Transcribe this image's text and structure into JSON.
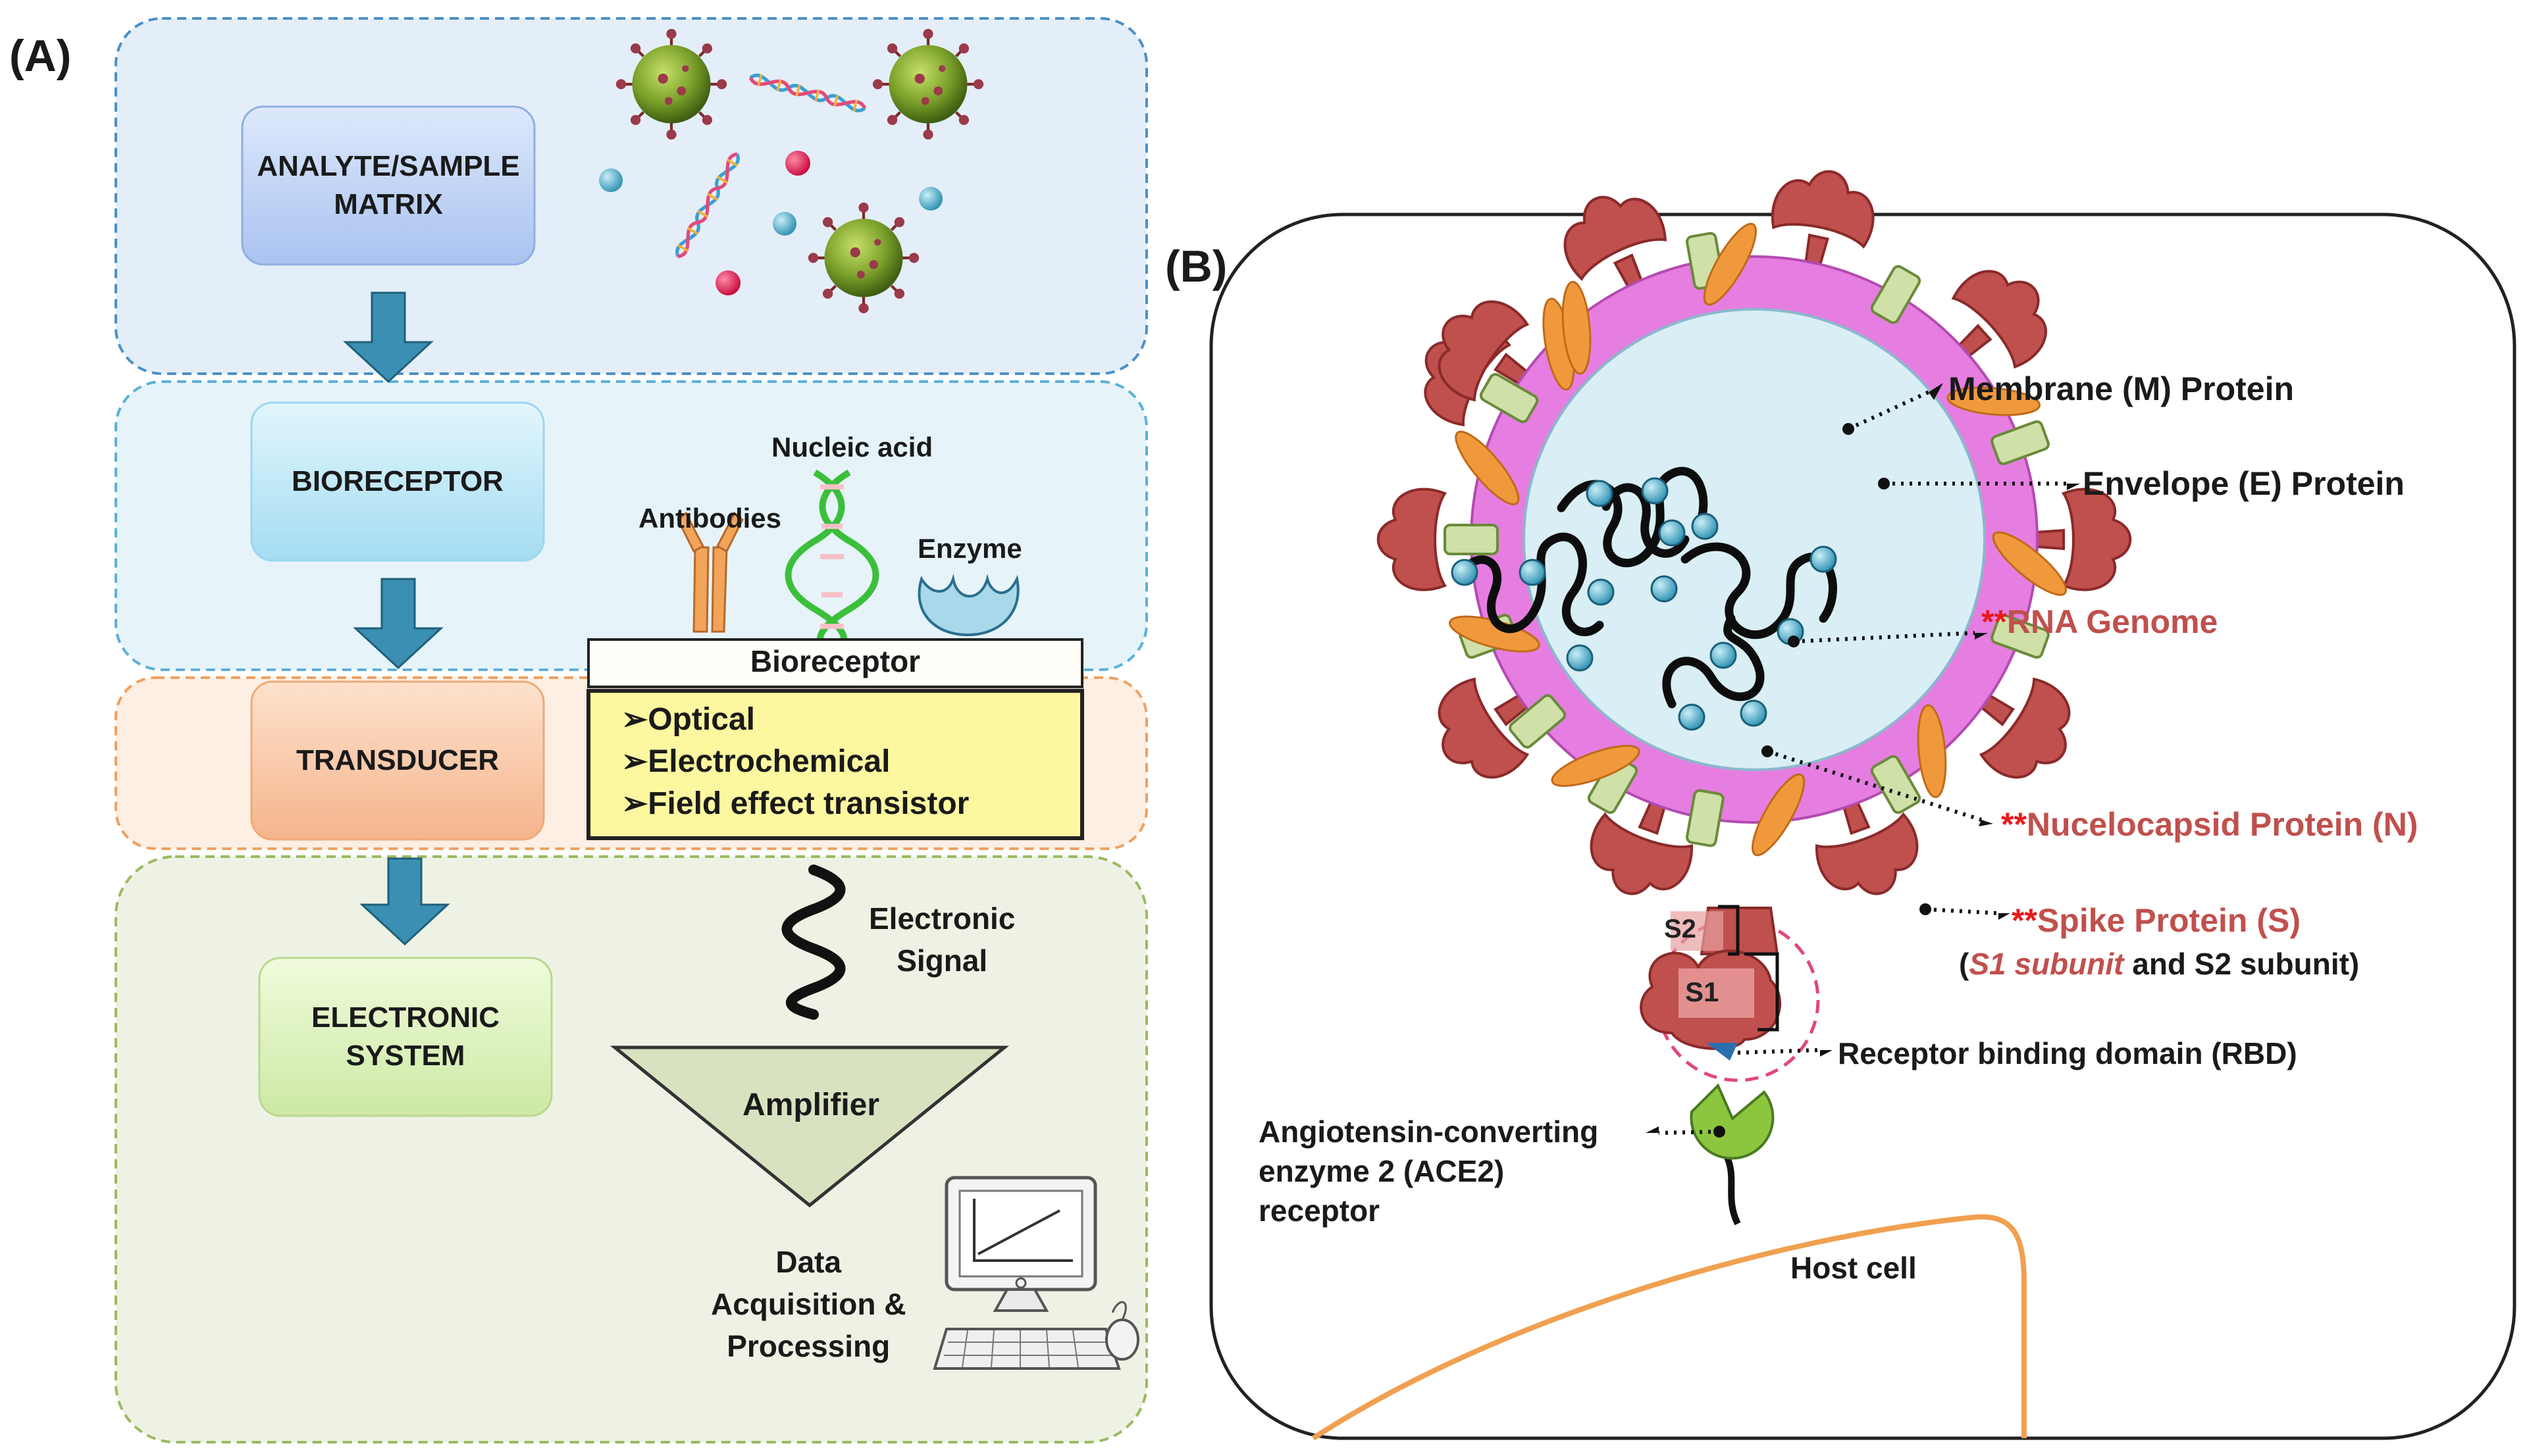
{
  "panel_a": {
    "label": "(A)",
    "boxes": {
      "analyte": "ANALYTE/SAMPLE\nMATRIX",
      "bioreceptor": "BIORECEPTOR",
      "transducer": "TRANSDUCER",
      "electronic": "ELECTRONIC\nSYSTEM"
    },
    "labels": {
      "nucleic_acid": "Nucleic acid",
      "antibodies": "Antibodies",
      "enzyme": "Enzyme",
      "bioreceptor_header": "Bioreceptor",
      "electronic_signal": "Electronic\nSignal",
      "amplifier": "Amplifier",
      "data_acquisition": "Data\nAcquisition &\nProcessing"
    },
    "transducer_types": [
      "➢Optical",
      "➢Electrochemical",
      "➢Field effect transistor"
    ],
    "colors": {
      "zone1": "#e4eef8",
      "zone2": "#e6f4fa",
      "zone3": "#fdefe3",
      "zone4": "#eef2e4",
      "arrow": "#3b8fb3",
      "list_fill": "#fdf8a0",
      "amplifier_fill": "#d8e2c0"
    }
  },
  "panel_b": {
    "label": "(B)",
    "labels": {
      "membrane": "Membrane (M) Protein",
      "envelope": "Envelope (E) Protein",
      "rna_star": "**",
      "rna": "RNA Genome",
      "nucleocapsid_star": "**",
      "nucleocapsid": "Nucelocapsid Protein (N)",
      "spike_star": "**",
      "spike": "Spike Protein (S)",
      "subunit_open": "(",
      "s1_subunit": "S1 subunit",
      "subunit_rest": " and S2 subunit)",
      "rbd": "Receptor binding domain (RBD)",
      "ace2": "Angiotensin-converting\nenzyme 2 (ACE2)\nreceptor",
      "host_cell": "Host cell",
      "s1": "S1",
      "s2": "S2"
    },
    "colors": {
      "spike": "#c0504d",
      "envelope_ring": "#e57ee0",
      "core": "#d9eef5",
      "e_protein": "#f0993c",
      "m_protein": "#cfe0a8",
      "ace2": "#8cc63f",
      "host": "#f0a050"
    }
  }
}
